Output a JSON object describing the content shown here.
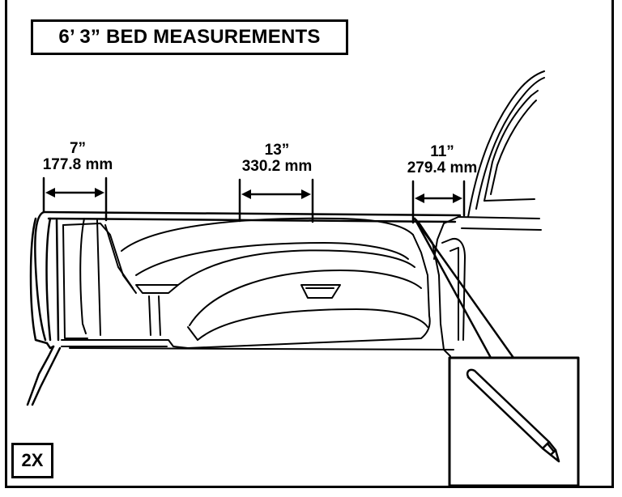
{
  "title": "6’ 3” BED MEASUREMENTS",
  "quantity_label": "2X",
  "measurements": [
    {
      "inches": "7”",
      "millimeters": "177.8 mm"
    },
    {
      "inches": "13”",
      "millimeters": "330.2 mm"
    },
    {
      "inches": "11”",
      "millimeters": "279.4 mm"
    }
  ],
  "colors": {
    "line": "#000000",
    "background": "#ffffff"
  },
  "icons": {
    "detail_tool": "pin-tool-icon"
  }
}
